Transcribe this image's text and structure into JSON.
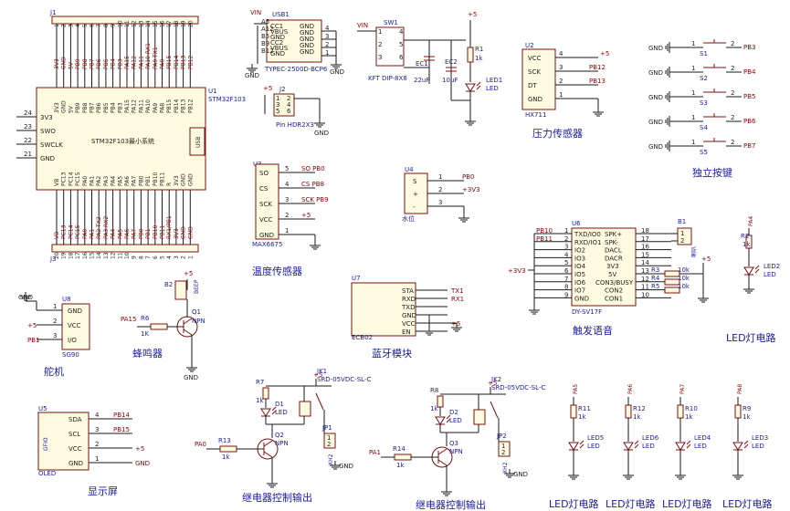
{
  "sections": {
    "pressure": "压力传感器",
    "buttons": "独立按键",
    "temperature": "温度传感器",
    "servo": "舵机",
    "buzzer": "蜂鸣器",
    "bluetooth": "蓝牙模块",
    "voice": "触发语音",
    "led_right": "LED灯电路",
    "display": "显示屏",
    "relay1": "继电器控制输出",
    "relay2": "继电器控制输出",
    "led1": "LED灯电路",
    "led2": "LED灯电路",
    "led3": "LED灯电路",
    "led4": "LED灯电路"
  },
  "mcu": {
    "ref": "U1",
    "name": "STM32F103",
    "board": "STM32F103最小系统",
    "usb": "USB",
    "left_pins": [
      "3V3",
      "SWO",
      "SWCLK",
      "GND"
    ],
    "left_nums": [
      "24",
      "23",
      "22",
      "21"
    ],
    "top_pins": [
      "3V3",
      "GND",
      "5V",
      "PB9",
      "PB8",
      "PB7",
      "PB6",
      "PB5",
      "PB4",
      "PB3",
      "PA15",
      "PA12",
      "PA11",
      "PA10",
      "PA9",
      "PA8",
      "PB15",
      "PB14",
      "PB13",
      "PB12"
    ],
    "bottom_pins": [
      "VB",
      "PC13",
      "PC14",
      "PC15",
      "PA0",
      "PA1",
      "PA2",
      "PA3",
      "PA4",
      "PA5",
      "PA6",
      "PA7",
      "PB0",
      "PB1",
      "PB10",
      "PB11",
      "R",
      "3V3",
      "GND",
      "GND"
    ],
    "header_top": "J1",
    "header_bottom": "J3",
    "header_top_nets": [
      "3V3",
      "GND",
      "5V",
      "PB9",
      "PB8",
      "PB7",
      "PB6",
      "PB5",
      "PB4",
      "PB3",
      "PA15",
      "PA12",
      "PA11",
      "PA10 RX1",
      "PA9 TX1",
      "PA8",
      "PB15",
      "PB14",
      "PB13",
      "PB12"
    ],
    "header_bottom_nets": [
      "VB",
      "PC13",
      "PC14",
      "PC15",
      "PA0",
      "PA1",
      "PA2 TX2",
      "PA3 RX2",
      "PA4",
      "PA5",
      "PA6",
      "PA7",
      "PB0",
      "PB1",
      "PB10",
      "PB11",
      "RX1/PB1",
      "3V3",
      "GND",
      "GND"
    ],
    "nums_top": [
      "1",
      "2",
      "3",
      "4",
      "5",
      "6",
      "7",
      "8",
      "9",
      "10",
      "11",
      "12",
      "13",
      "14",
      "15",
      "16",
      "17",
      "18",
      "19",
      "20"
    ],
    "nums_bottom": [
      "20",
      "19",
      "18",
      "17",
      "16",
      "15",
      "14",
      "13",
      "12",
      "11",
      "10",
      "9",
      "8",
      "7",
      "6",
      "5",
      "4",
      "3",
      "2",
      "1"
    ]
  },
  "usb": {
    "ref": "USB1",
    "part": "TYPEC-2500D-BCP6",
    "vin": "VIN",
    "left": [
      "A5",
      "A12",
      "B5",
      "B9",
      "B12"
    ],
    "pins": [
      "CC1",
      "VBUS",
      "GND",
      "CC2",
      "VBUS",
      "GND"
    ],
    "pins2": [
      "GND",
      "GND",
      "GND",
      "GND",
      "GND"
    ],
    "nums": [
      "4",
      "3",
      "2",
      "1"
    ]
  },
  "j2": {
    "ref": "J2",
    "part": "Pin HDR2X3",
    "v5": "+5",
    "nums": [
      "1",
      "2",
      "3",
      "4",
      "5",
      "6"
    ]
  },
  "power": {
    "vin": "VIN",
    "sw": "SW1",
    "sw_part": "KFT DIP-8X8",
    "pins": [
      "1",
      "2",
      "3",
      "4",
      "5",
      "6"
    ],
    "ec1": "EC1",
    "ec1_val": "22uF",
    "ec2": "EC2",
    "ec2_val": "10uF",
    "r1": "R1",
    "r1_val": "1k",
    "led": "LED1",
    "led_lbl": "LED",
    "v5": "+5"
  },
  "hx711": {
    "ref": "U2",
    "part": "HX711",
    "pins": [
      "VCC",
      "SCK",
      "DT",
      "GND"
    ],
    "nums": [
      "4",
      "3",
      "2",
      "1"
    ],
    "nets": [
      "+5",
      "PB12",
      "PB13",
      ""
    ]
  },
  "keys": [
    {
      "ref": "S1",
      "net": "PB3",
      "gnd": "GND",
      "pins": [
        "1",
        "2"
      ]
    },
    {
      "ref": "S2",
      "net": "PB4",
      "gnd": "GND",
      "pins": [
        "1",
        "2"
      ]
    },
    {
      "ref": "S3",
      "net": "PB5",
      "gnd": "GND",
      "pins": [
        "1",
        "2"
      ]
    },
    {
      "ref": "S4",
      "net": "PB6",
      "gnd": "GND",
      "pins": [
        "1",
        "2"
      ]
    },
    {
      "ref": "S5",
      "net": "PB7",
      "gnd": "GND",
      "pins": [
        "1",
        "2"
      ]
    }
  ],
  "max6675": {
    "ref": "U3",
    "part": "MAX6675",
    "pins": [
      "SO",
      "CS",
      "SCK",
      "VCC",
      "GND"
    ],
    "nums": [
      "5",
      "4",
      "3",
      "2",
      "1"
    ],
    "nets": [
      "SO PB0",
      "CS PB8",
      "SCK PB9",
      "+5",
      ""
    ]
  },
  "water": {
    "ref": "U4",
    "part": "水位",
    "pins": [
      "S",
      "+",
      "-"
    ],
    "nums": [
      "1",
      "2",
      "3"
    ],
    "nets": [
      "PB0",
      "+3V3",
      ""
    ]
  },
  "servo": {
    "ref": "U8",
    "part": "SG90",
    "pins": [
      "GND",
      "VCC",
      "I/O"
    ],
    "nums": [
      "1",
      "2",
      "3"
    ],
    "nets": [
      "",
      "+5",
      "PB1"
    ]
  },
  "buzzer": {
    "ref": "B2",
    "part": "BEEP",
    "q": "Q1",
    "q_type": "NPN",
    "r": "R6",
    "r_val": "1K",
    "net": "PA15",
    "v5": "+5",
    "gnd": "GND"
  },
  "bt": {
    "ref": "U7",
    "part": "ECB02",
    "pins": [
      "STA",
      "RXD",
      "TXD",
      "GND",
      "VCC",
      "EN"
    ],
    "nets": [
      "TX1",
      "RX1",
      "",
      "",
      "+5",
      ""
    ]
  },
  "voice": {
    "ref": "U6",
    "part": "DY-SV17F",
    "pins_left": [
      "TXD/IO0",
      "RXD/IO1",
      "IO2",
      "IO3",
      "IO4",
      "IO5",
      "IO6",
      "IO7",
      "GND"
    ],
    "nets_left": [
      "PB10",
      "PB11",
      "",
      "",
      "",
      "",
      "",
      "",
      ""
    ],
    "pins_right": [
      "SPK+",
      "SPK-",
      "DACL",
      "DACR",
      "3V3",
      "5V",
      "CON3/BUSY",
      "CON2",
      "CON1"
    ],
    "nums_right": [
      "18",
      "17",
      "16",
      "15",
      "14",
      "13",
      "12",
      "11",
      "10"
    ],
    "nums_left": [
      "1",
      "2",
      "3",
      "4",
      "5",
      "6",
      "7",
      "8",
      "9"
    ],
    "b1": "B1",
    "b1_part": "喇叭",
    "b1_pins": [
      "1",
      "2"
    ],
    "res": [
      {
        "ref": "R3",
        "val": "10k"
      },
      {
        "ref": "R4",
        "val": "10k"
      },
      {
        "ref": "R5",
        "val": "10k"
      }
    ],
    "v3": "+3V3",
    "v5": "+5"
  },
  "led2": {
    "net": "PA4",
    "r": "R2",
    "r_val": "1k",
    "led": "LED2",
    "led_lbl": "LED"
  },
  "oled": {
    "ref": "U5",
    "part": "OLED",
    "side": "GFIO",
    "pins": [
      "SDA",
      "SCL",
      "VCC",
      "GND"
    ],
    "nums": [
      "4",
      "3",
      "2",
      "1"
    ],
    "nets": [
      "PB14",
      "PB15",
      "+5",
      "GND"
    ]
  },
  "relay1": {
    "r7": "R7",
    "r7_val": "1k",
    "d": "D1",
    "d_lbl": "LED",
    "k": "JK1",
    "k_part": "SRD-05VDC-SL-C",
    "q": "Q2",
    "q_type": "NPN",
    "r": "R13",
    "r_val": "1k",
    "net": "PA0",
    "jp": "JP1",
    "jp_part": "XH2",
    "jp_pins": [
      "1",
      "2"
    ],
    "v5": "+5",
    "gnd": "GND"
  },
  "relay2": {
    "r8": "R8",
    "r8_val": "1k",
    "d": "D2",
    "d_lbl": "LED",
    "k": "JK2",
    "k_part": "SRD-05VDC-SL-C",
    "q": "Q3",
    "q_type": "NPN",
    "r": "R14",
    "r_val": "1k",
    "net": "PA1",
    "jp": "JP2",
    "jp_part": "XH2",
    "jp_pins": [
      "1",
      "2"
    ],
    "v5": "+5",
    "gnd": "GND"
  },
  "leds_bottom": [
    {
      "net": "PA5",
      "r": "R11",
      "r_val": "1k",
      "led": "LED5",
      "led_lbl": "LED"
    },
    {
      "net": "PA6",
      "r": "R12",
      "r_val": "1k",
      "led": "LED6",
      "led_lbl": "LED"
    },
    {
      "net": "PA7",
      "r": "R10",
      "r_val": "1k",
      "led": "LED4",
      "led_lbl": "LED"
    },
    {
      "net": "PA8",
      "r": "R9",
      "r_val": "1k",
      "led": "LED3",
      "led_lbl": "LED"
    }
  ],
  "gnd": "GND",
  "colors": {
    "wire": "#1a1a1a",
    "component": "#7a1010",
    "label": "#1a1aa0",
    "net": "#8a0000",
    "fill": "#fffbe0"
  }
}
